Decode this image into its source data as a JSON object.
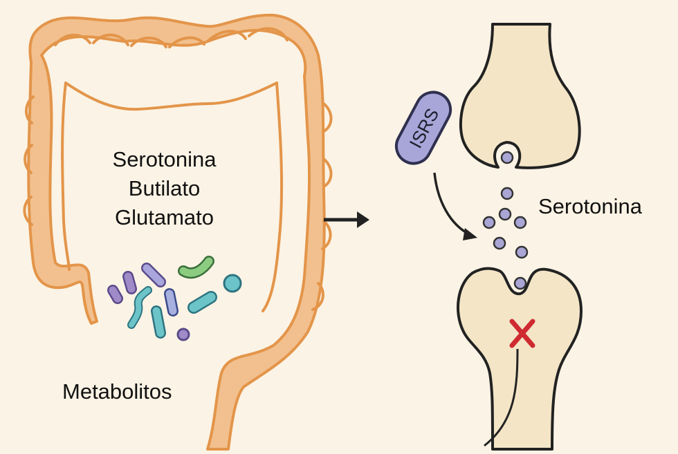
{
  "colors": {
    "background": "#fbf3e5",
    "intestine_fill": "#f2c08e",
    "intestine_stroke": "#e3954a",
    "neuron_fill": "#f3e5c6",
    "vesicle": "#a9a6d6",
    "pill_fill": "#a8a6d8",
    "block_mark": "#cf2a30"
  },
  "gut": {
    "compounds": [
      "Serotonina",
      "Butilato",
      "Glutamato"
    ],
    "metabolites_label": "Metabolitos"
  },
  "synapse": {
    "drug_label": "ISRS",
    "neurotransmitter_label": "Serotonina"
  },
  "icons": [
    "arrow-right-icon",
    "x-mark-icon",
    "curved-arrow-icon"
  ]
}
